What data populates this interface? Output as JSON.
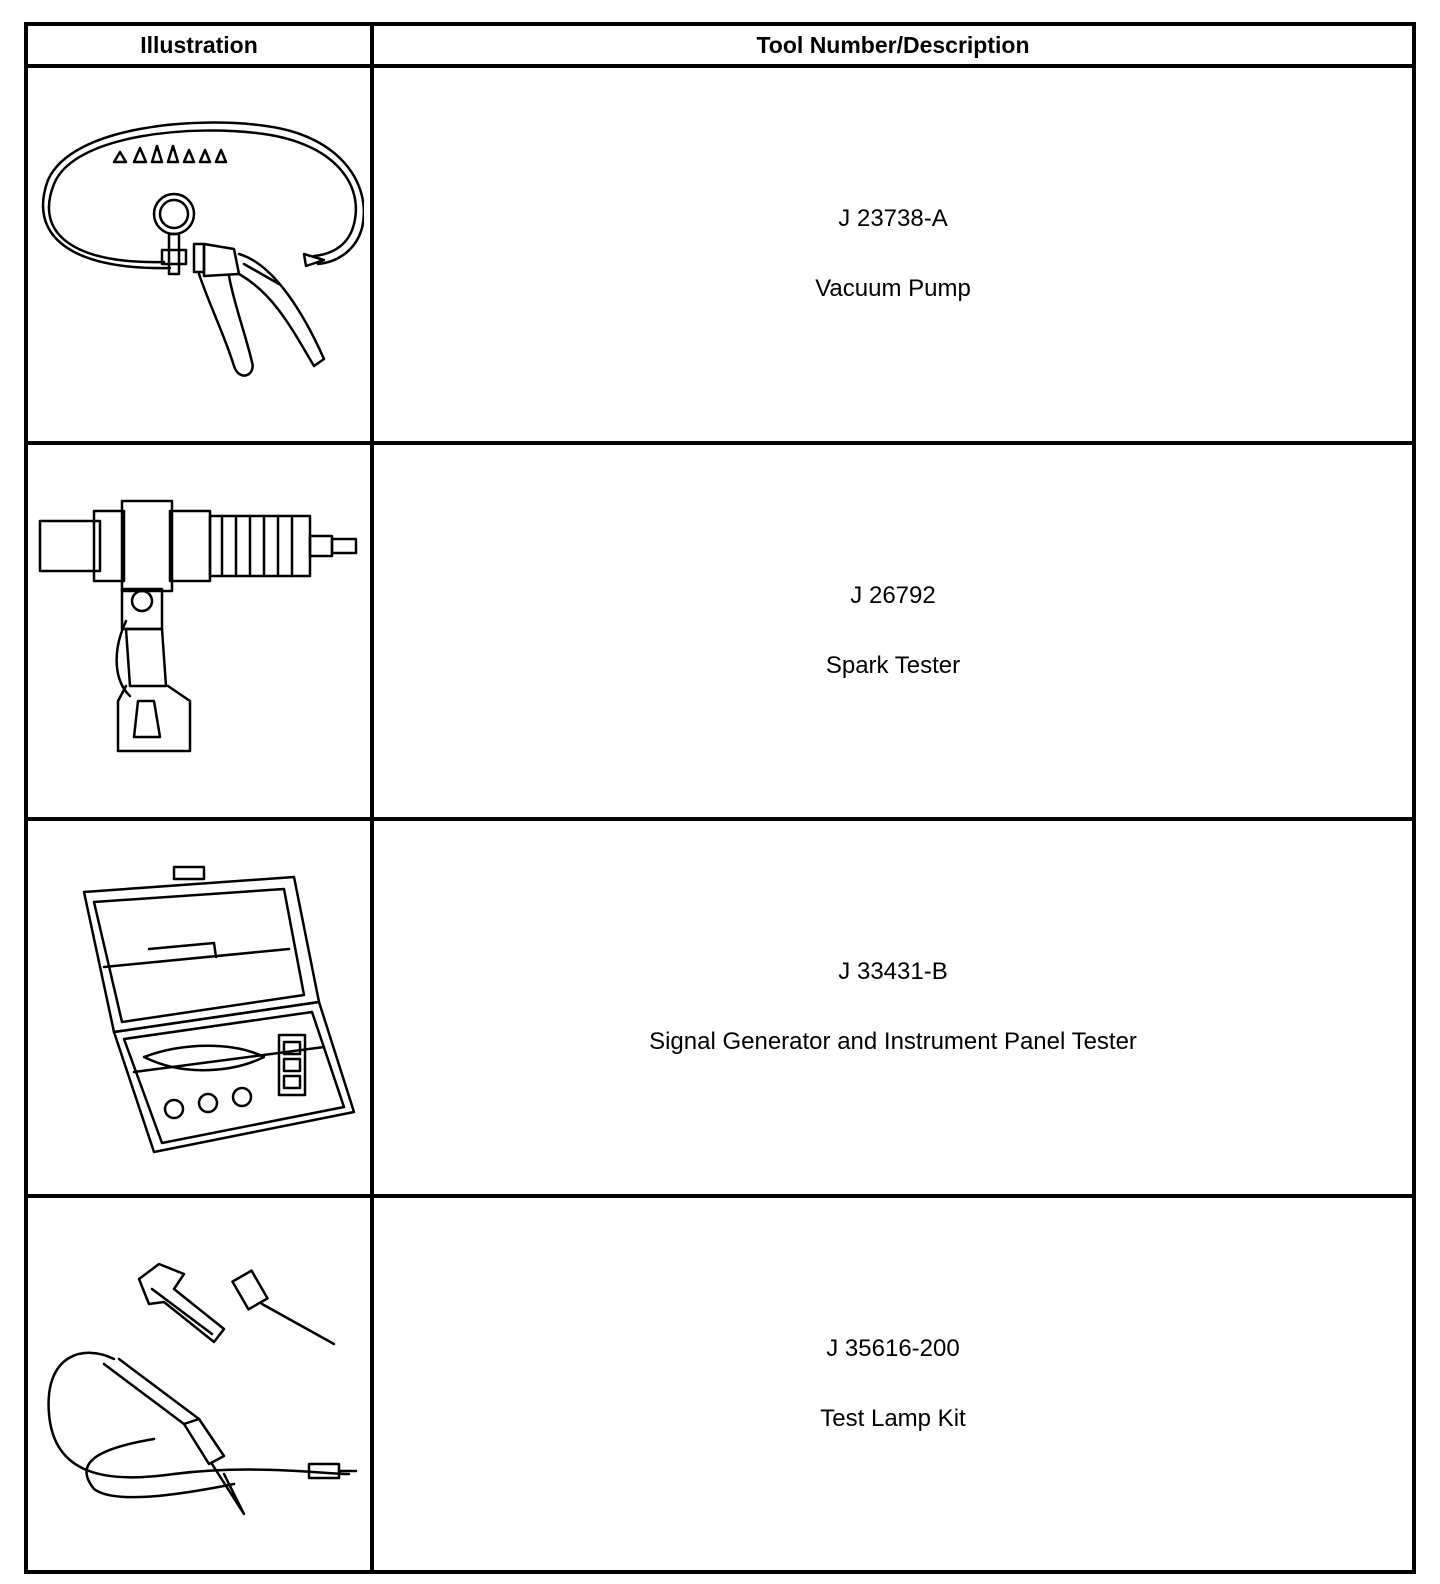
{
  "table": {
    "headers": {
      "illustration": "Illustration",
      "description": "Tool Number/Description"
    },
    "rows": [
      {
        "tool_number": "J 23738-A",
        "description": "Vacuum Pump",
        "icon": "vacuum-pump-icon"
      },
      {
        "tool_number": "J 26792",
        "description": "Spark Tester",
        "icon": "spark-tester-icon"
      },
      {
        "tool_number": "J 33431-B",
        "description": "Signal Generator and Instrument Panel Tester",
        "icon": "signal-generator-case-icon"
      },
      {
        "tool_number": "J 35616-200",
        "description": "Test Lamp Kit",
        "icon": "test-lamp-kit-icon"
      }
    ]
  }
}
